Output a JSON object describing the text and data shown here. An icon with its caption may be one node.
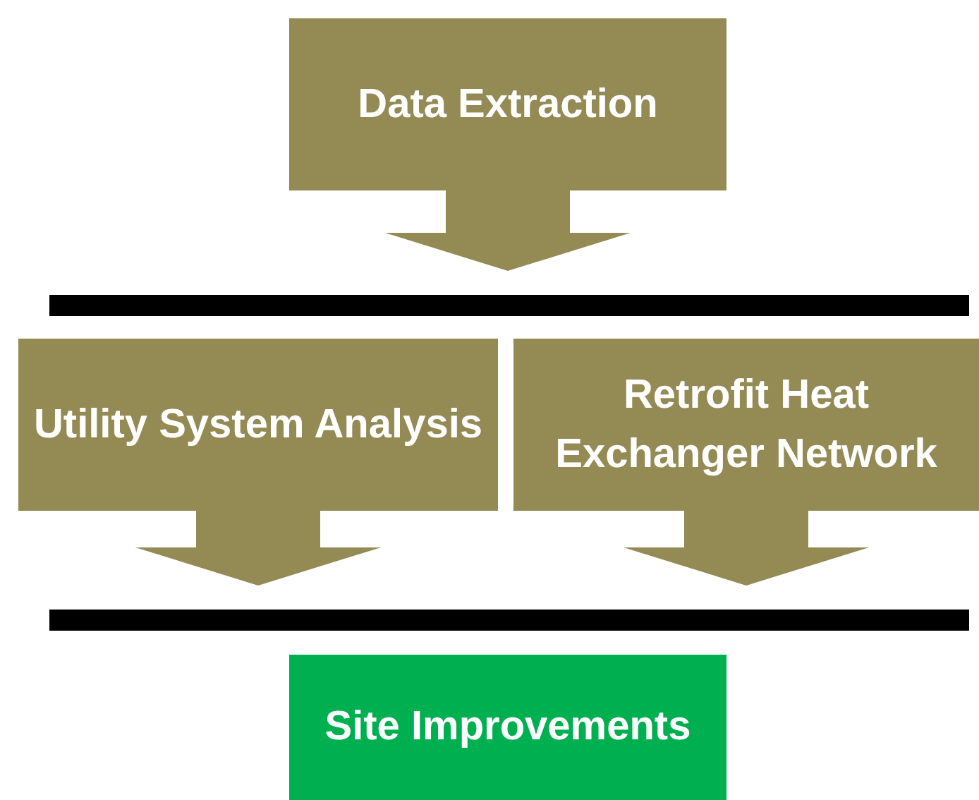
{
  "diagram": {
    "nodes": [
      {
        "text": [
          "Data Extraction"
        ]
      },
      {
        "text": [],
        "shape": "bar"
      },
      {
        "text": [
          "Utility System Analysis"
        ]
      },
      {
        "text": [
          "Retrofit Heat Exchanger Network"
        ]
      },
      {
        "text": [],
        "shape": "bar"
      },
      {
        "text": [
          "Site Improvements"
        ]
      }
    ],
    "edges": [
      {
        "from": 0,
        "to": 1,
        "arrow": "to",
        "style": "thick"
      },
      {
        "from": 2,
        "to": 4,
        "arrow": "to",
        "style": "thick"
      },
      {
        "from": 3,
        "to": 4,
        "arrow": "to",
        "style": "thick"
      }
    ]
  }
}
